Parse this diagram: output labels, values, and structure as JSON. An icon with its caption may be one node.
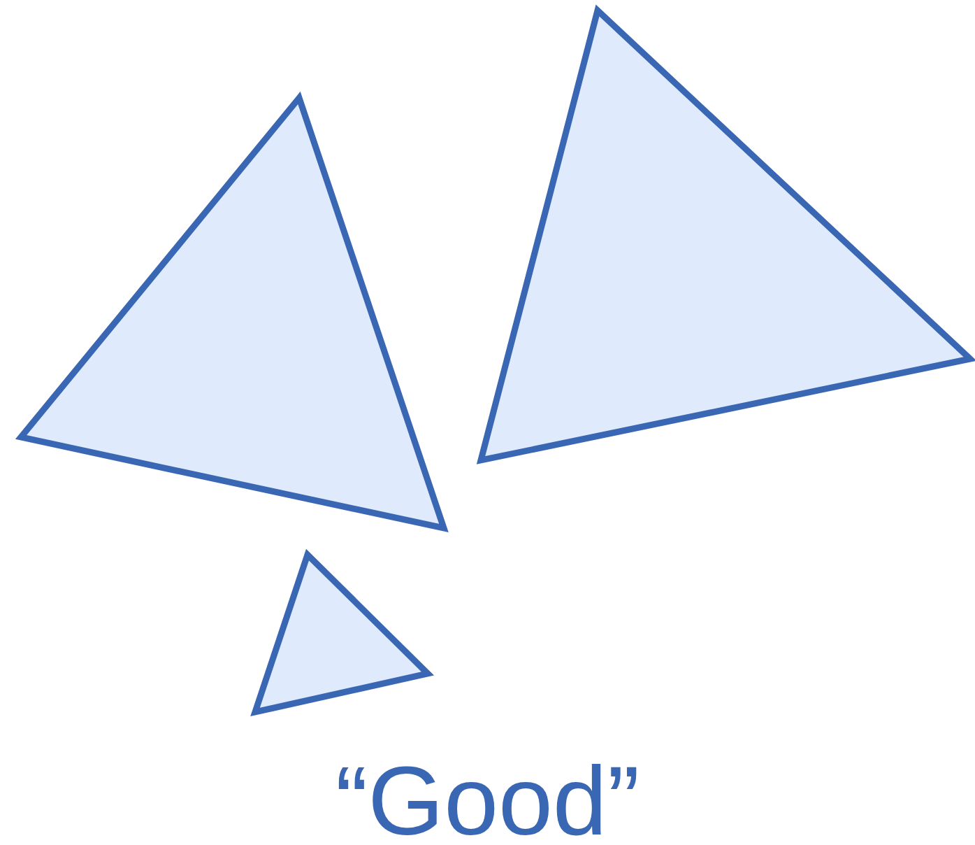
{
  "diagram": {
    "caption": "“Good”",
    "nodes": [
      {
        "text": [],
        "shape": "triangle"
      },
      {
        "text": [],
        "shape": "triangle"
      },
      {
        "text": [],
        "shape": "triangle"
      }
    ]
  }
}
